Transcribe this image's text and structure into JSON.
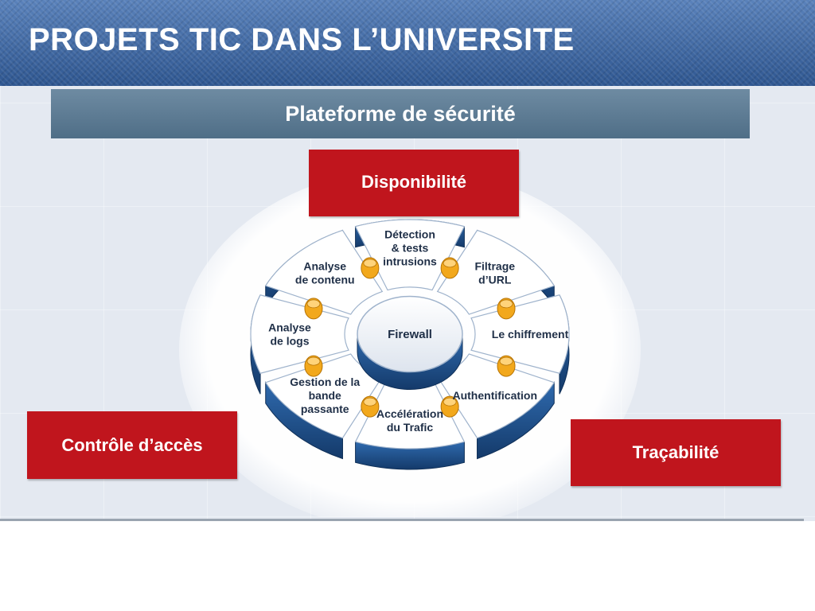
{
  "header": {
    "title": "PROJETS TIC DANS L’UNIVERSITE"
  },
  "subtitle": "Plateforme de sécurité",
  "boxes": {
    "top": "Disponibilité",
    "left": "Contrôle d’accès",
    "right": "Traçabilité"
  },
  "diagram": {
    "hub": "Firewall",
    "segments": [
      {
        "lines": [
          "Détection",
          "& tests",
          "intrusions"
        ]
      },
      {
        "lines": [
          "Filtrage",
          "d’URL"
        ]
      },
      {
        "lines": [
          "Le chiffrement"
        ]
      },
      {
        "lines": [
          "Authentification"
        ]
      },
      {
        "lines": [
          "Accélération",
          "du Trafic"
        ]
      },
      {
        "lines": [
          "Gestion de la",
          "bande",
          "passante"
        ]
      },
      {
        "lines": [
          "Analyse",
          "de logs"
        ]
      },
      {
        "lines": [
          "Analyse",
          "de contenu"
        ]
      }
    ]
  },
  "colors": {
    "header": "#3d66a0",
    "subtitle_bar": "#5d7b94",
    "red_box": "#c0151d",
    "segment_top": "#ffffff",
    "segment_side": "#1f4f8a",
    "connector": "#f2a81c"
  }
}
